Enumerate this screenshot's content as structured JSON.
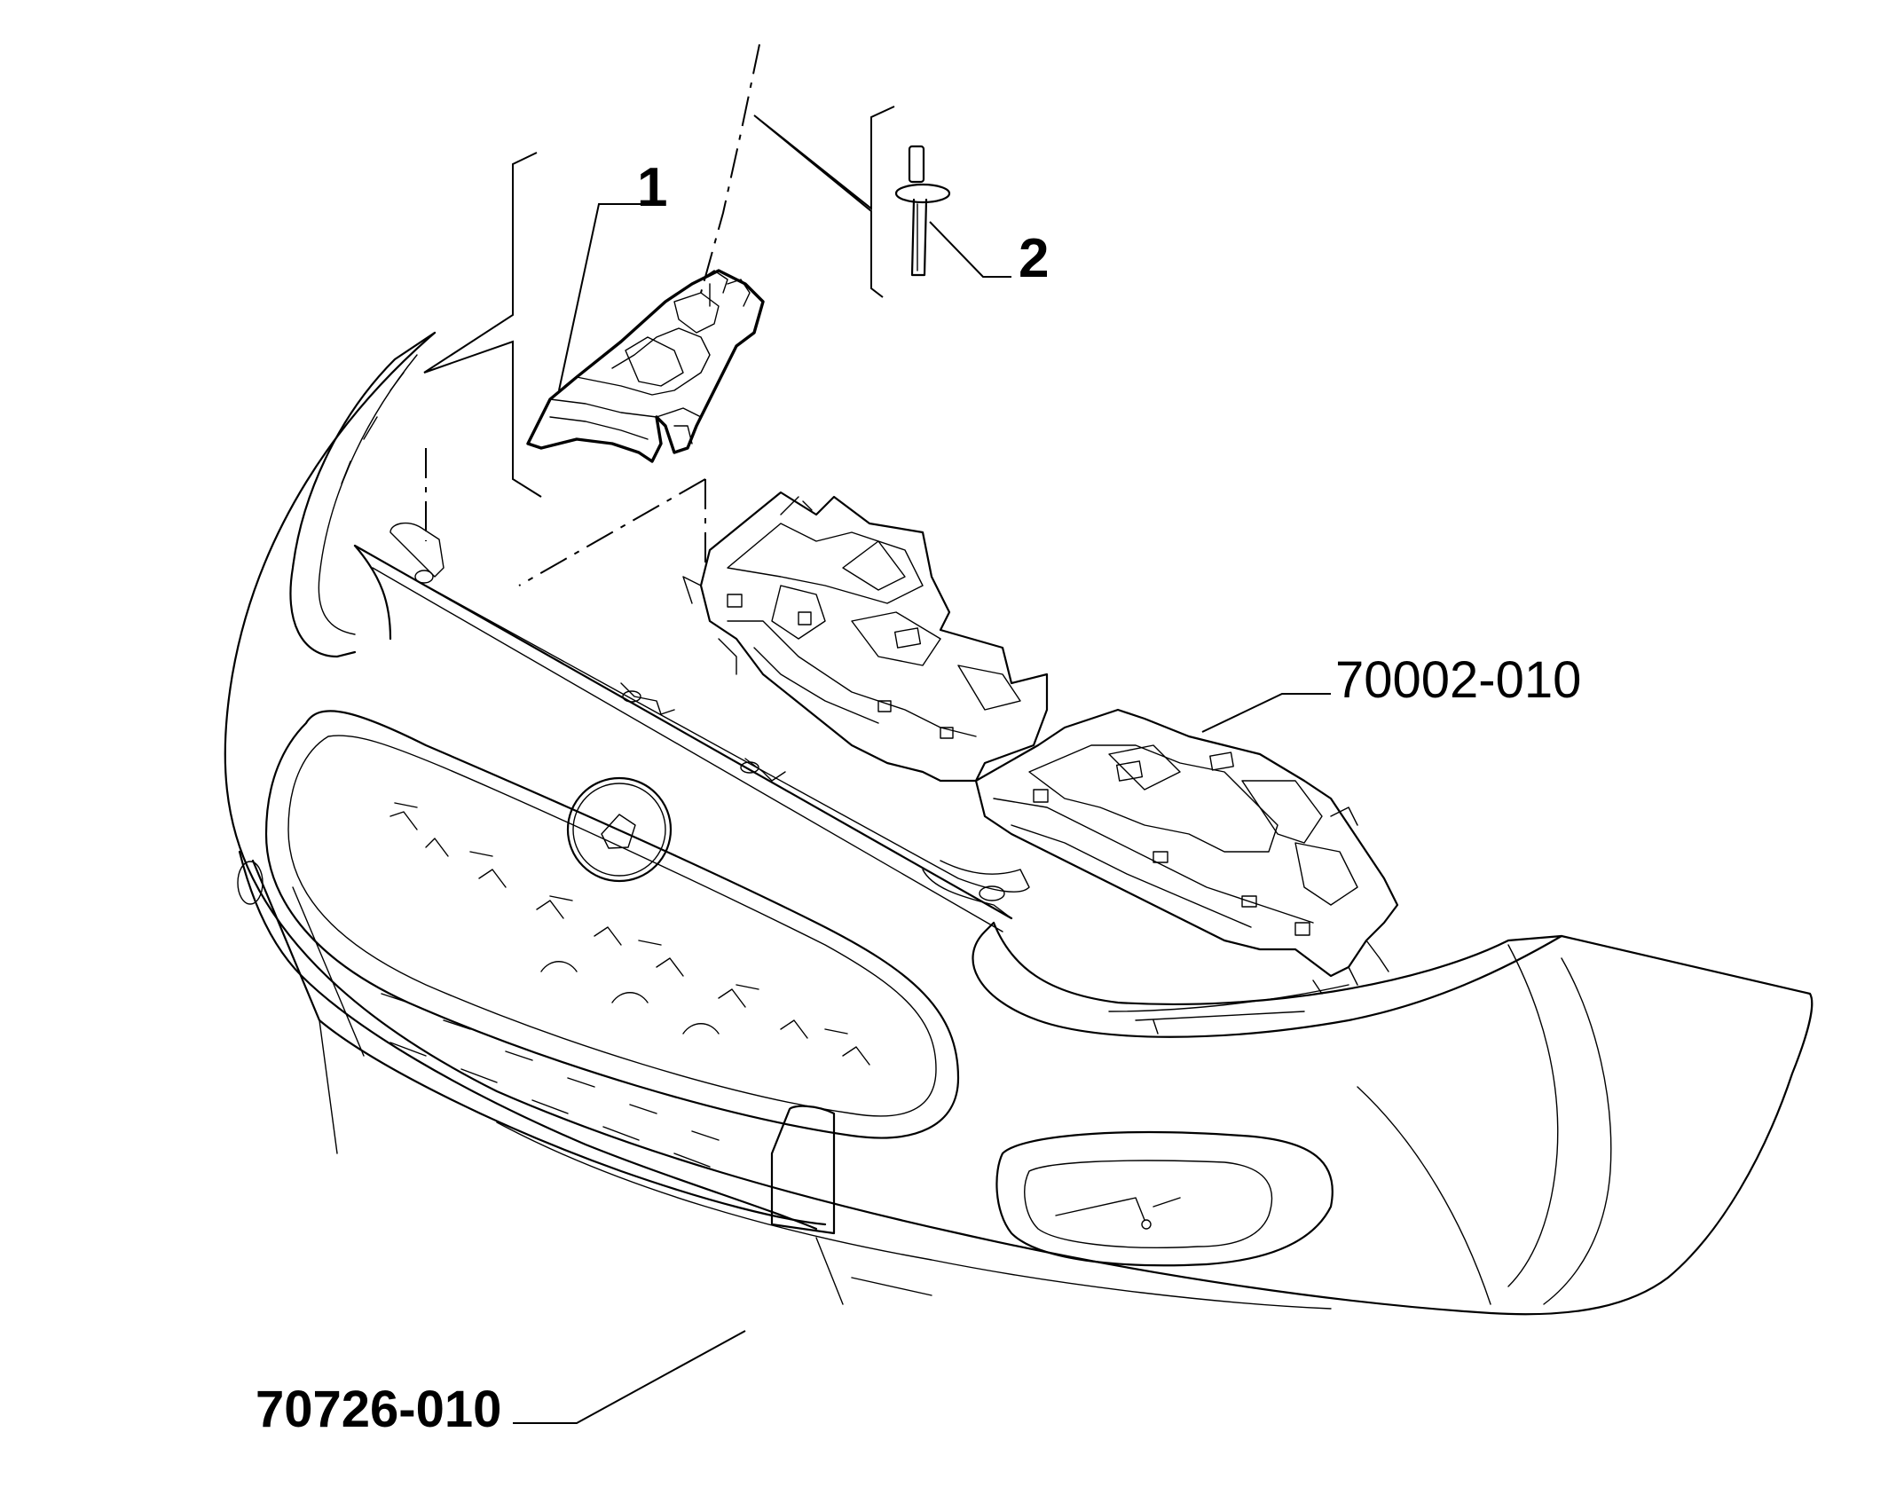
{
  "callouts": {
    "item1": "1",
    "item2": "2",
    "reinforcement_ref": "70002-010",
    "bumper_ref": "70726-010"
  },
  "colors": {
    "line": "#000000",
    "background": "#ffffff"
  },
  "icons": {
    "bracket": "bracket-icon",
    "rivet": "rivet-icon"
  }
}
